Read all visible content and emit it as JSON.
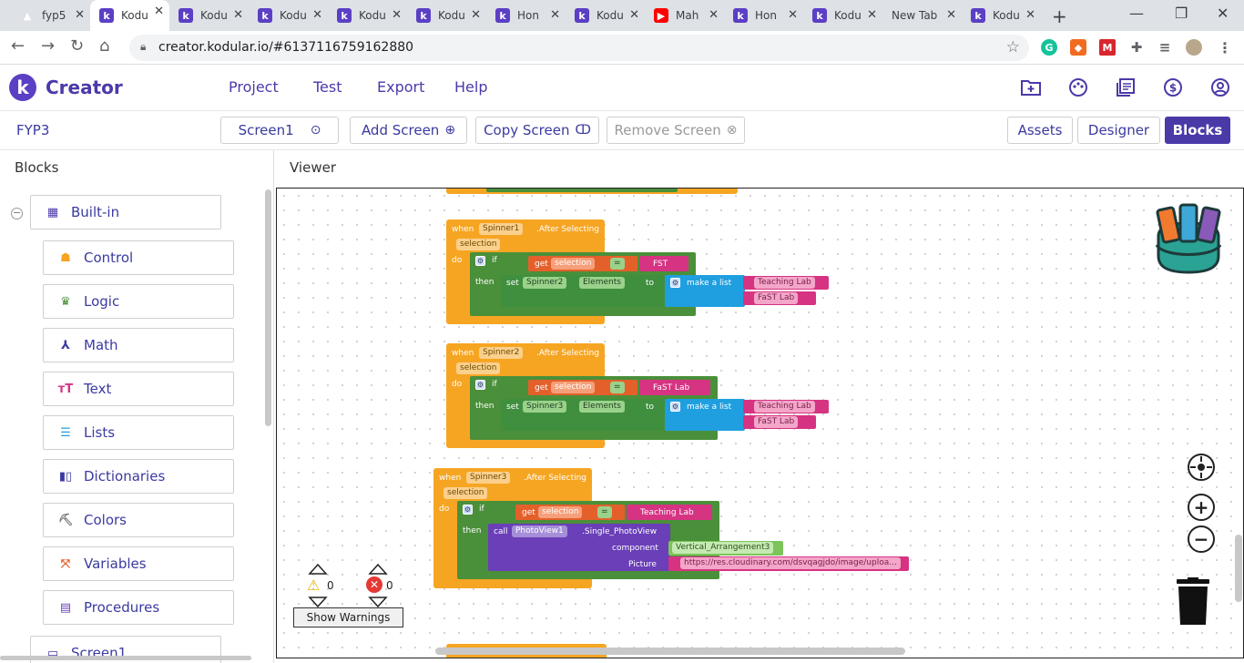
{
  "browser": {
    "tabs": [
      {
        "label": "fyp5",
        "icon": "firebase-icon",
        "active": false
      },
      {
        "label": "Kodu",
        "icon": "kodular-icon",
        "active": true
      },
      {
        "label": "Kodu",
        "icon": "kodular-icon",
        "active": false
      },
      {
        "label": "Kodu",
        "icon": "kodular-icon",
        "active": false
      },
      {
        "label": "Kodu",
        "icon": "kodular-icon",
        "active": false
      },
      {
        "label": "Kodu",
        "icon": "kodular-icon",
        "active": false
      },
      {
        "label": "Hon",
        "icon": "kodular-icon",
        "active": false
      },
      {
        "label": "Kodu",
        "icon": "kodular-icon",
        "active": false
      },
      {
        "label": "Mah",
        "icon": "youtube-icon",
        "active": false
      },
      {
        "label": "Hon",
        "icon": "kodular-icon",
        "active": false
      },
      {
        "label": "Kodu",
        "icon": "kodular-icon",
        "active": false
      },
      {
        "label": "New Tab",
        "icon": "",
        "active": false
      },
      {
        "label": "Kodu",
        "icon": "kodular-icon",
        "active": false
      }
    ],
    "url": "creator.kodular.io/#6137116759162880"
  },
  "app": {
    "logo_letter": "k",
    "name": "Creator",
    "menu": [
      "Project",
      "Test",
      "Export",
      "Help"
    ],
    "header_icons": [
      "folder-plus-icon",
      "palette-icon",
      "library-icon",
      "dollar-icon",
      "account-icon"
    ]
  },
  "project": {
    "name": "FYP3",
    "screen_select": "Screen1",
    "add_screen": "Add Screen",
    "copy_screen": "Copy Screen",
    "remove_screen": "Remove Screen",
    "assets": "Assets",
    "designer": "Designer",
    "blocks": "Blocks"
  },
  "panels": {
    "blocks_title": "Blocks",
    "viewer_title": "Viewer"
  },
  "palette": {
    "builtin": "Built-in",
    "items": [
      {
        "label": "Control",
        "color": "#f6a523"
      },
      {
        "label": "Logic",
        "color": "#4a8f3a"
      },
      {
        "label": "Math",
        "color": "#3a3aa0"
      },
      {
        "label": "Text",
        "color": "#d63382"
      },
      {
        "label": "Lists",
        "color": "#1f9fe0"
      },
      {
        "label": "Dictionaries",
        "color": "#3a3aa0"
      },
      {
        "label": "Colors",
        "color": "#777777"
      },
      {
        "label": "Variables",
        "color": "#e4602b"
      },
      {
        "label": "Procedures",
        "color": "#6a3fb8"
      }
    ],
    "screen1": "Screen1"
  },
  "blocks": {
    "kw_when": "when",
    "kw_do": "do",
    "kw_if": "if",
    "kw_then": "then",
    "kw_get": "get",
    "kw_set": "set",
    "kw_to": "to",
    "kw_call": "call",
    "kw_eq": "=",
    "param": "selection",
    "event_name": ".After Selecting",
    "elements": "Elements",
    "make_list": "make a list",
    "e1": {
      "component": "Spinner1",
      "compare": "FST",
      "target": "Spinner2",
      "items": [
        "Teaching Lab",
        "FaST Lab"
      ]
    },
    "e2": {
      "component": "Spinner2",
      "compare": "FaST Lab",
      "target": "Spinner3",
      "items": [
        "Teaching Lab",
        "FaST Lab"
      ]
    },
    "e3": {
      "component": "Spinner3",
      "compare": "Teaching Lab",
      "call_component": "PhotoView1",
      "method": ".Single_PhotoView",
      "arg_component": "component",
      "arg_picture": "Picture",
      "component_value": "Vertical_Arrangement3",
      "picture_value": "https://res.cloudinary.com/dsvqagjdo/image/uploa..."
    }
  },
  "warnings": {
    "warn_count": "0",
    "error_count": "0",
    "button": "Show Warnings"
  }
}
